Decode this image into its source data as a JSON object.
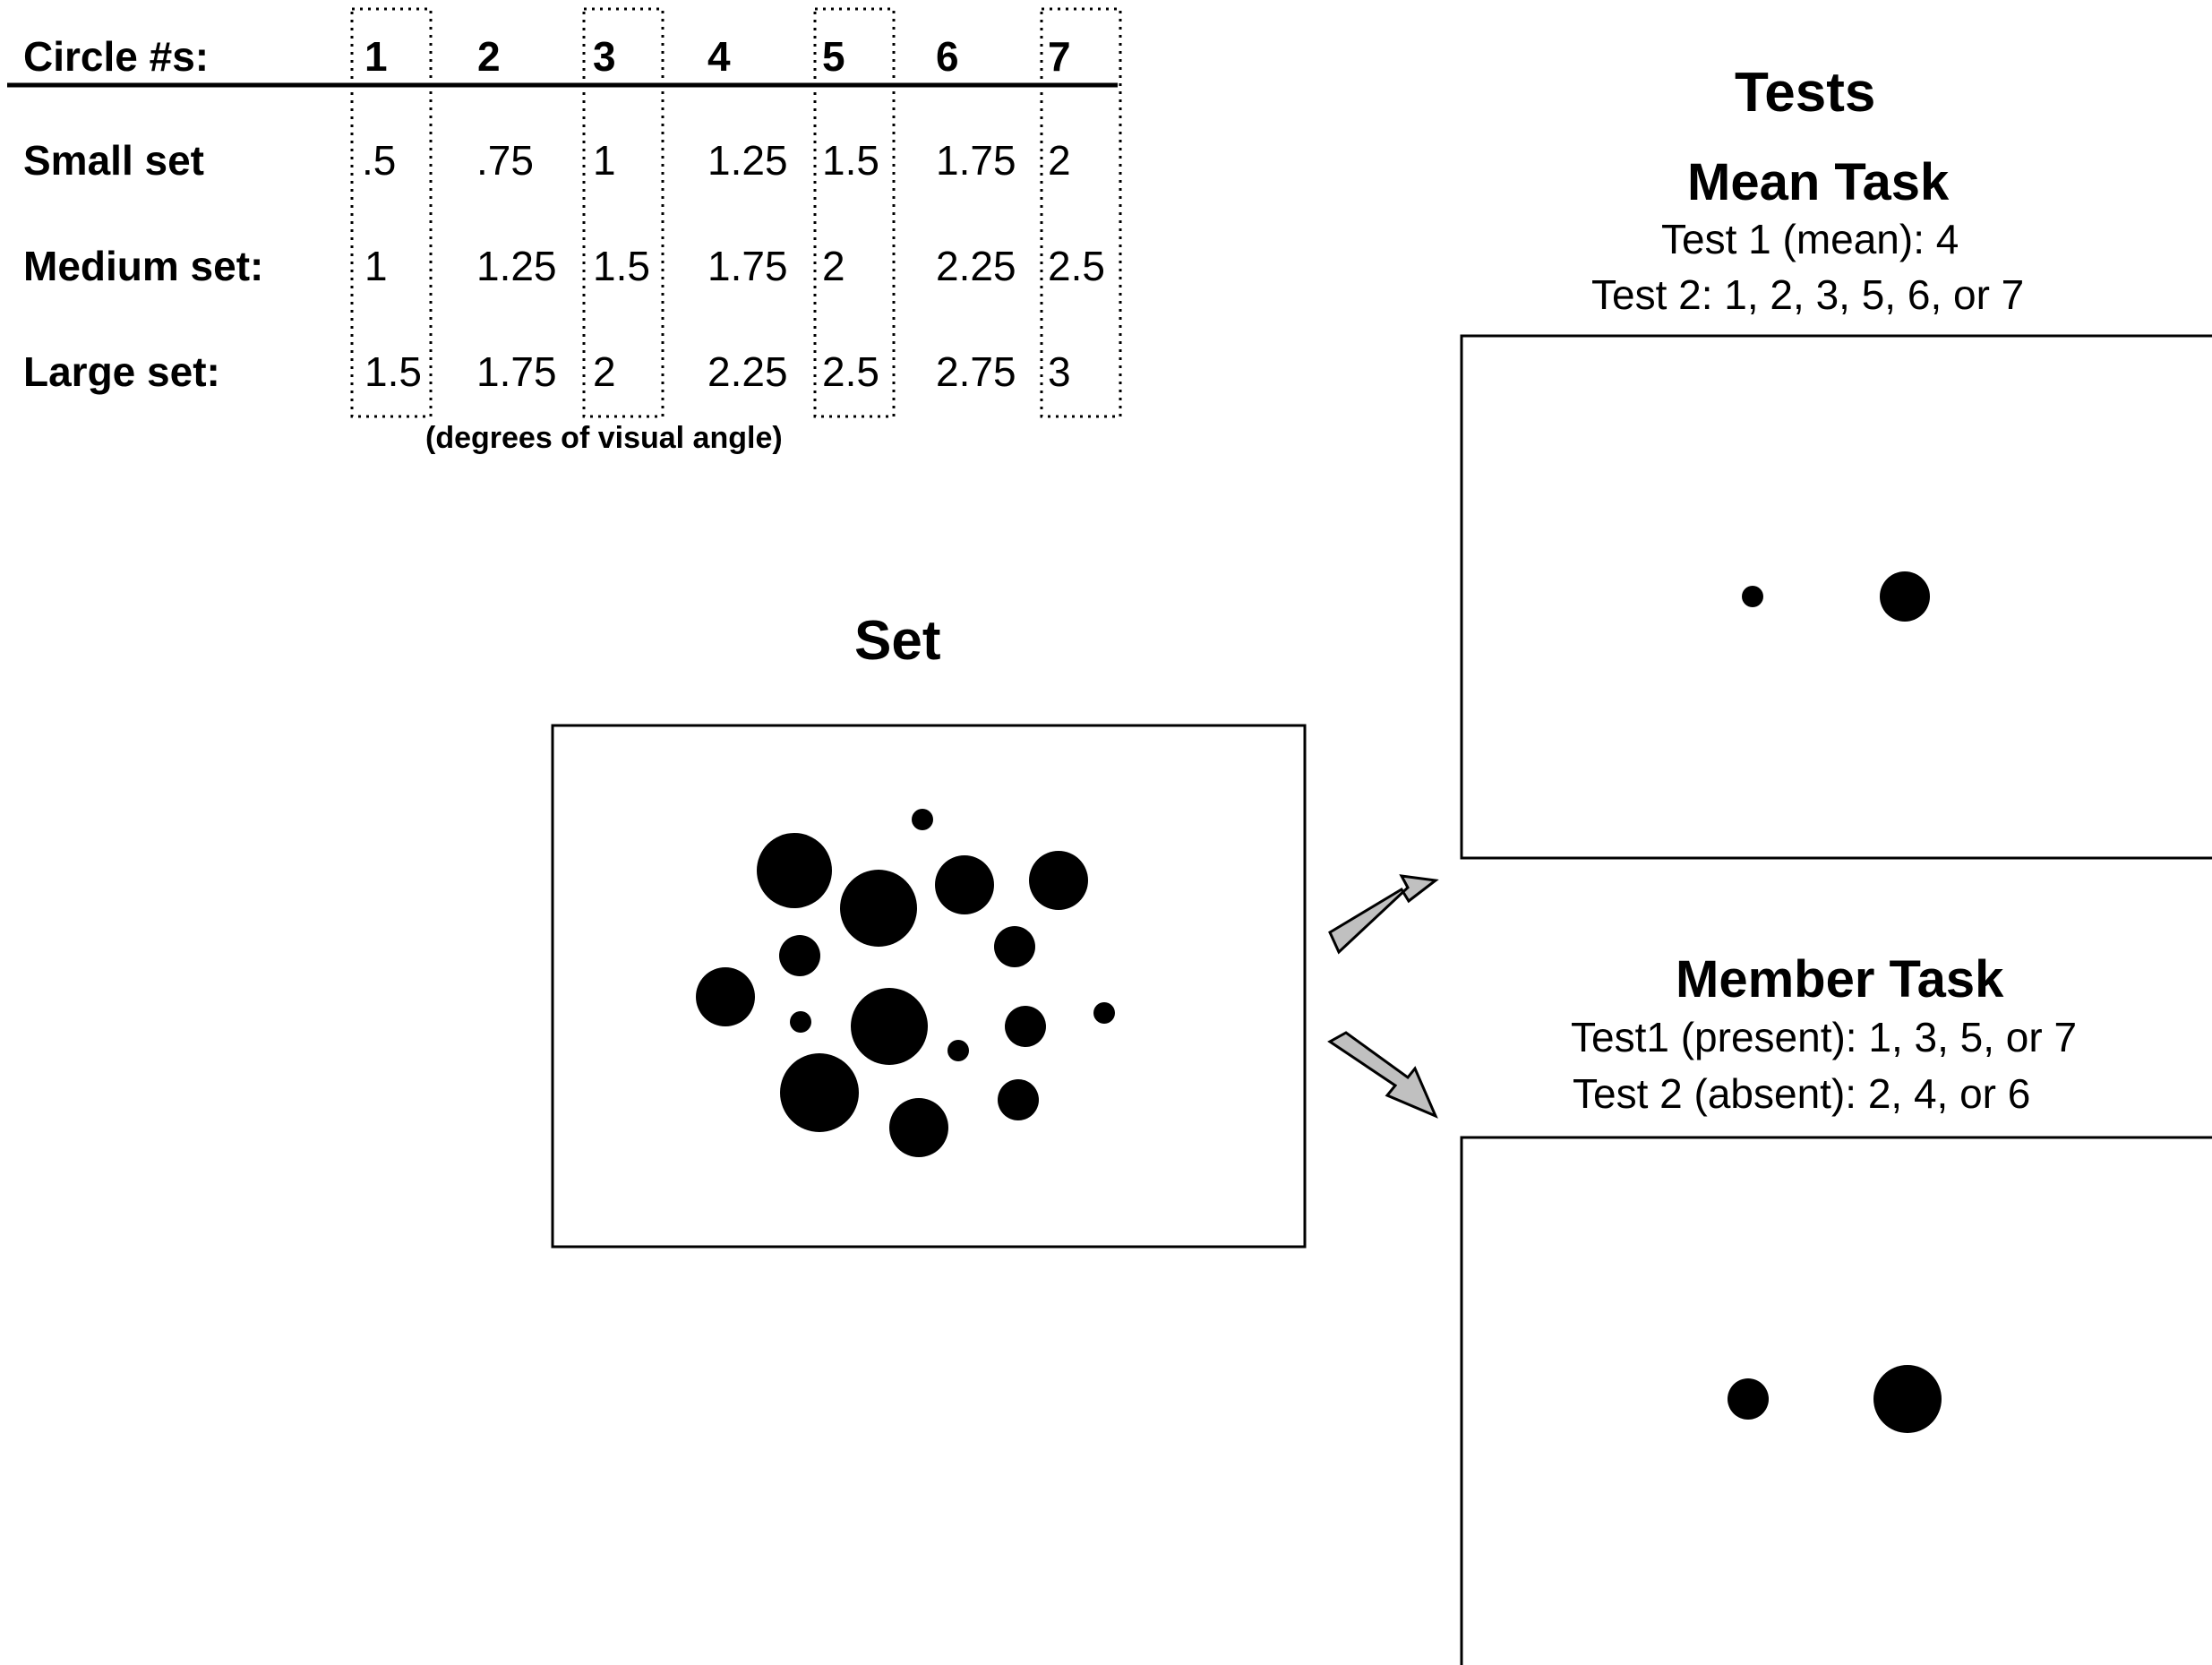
{
  "table": {
    "header_label": "Circle #s:",
    "circle_numbers": [
      "1",
      "2",
      "3",
      "4",
      "5",
      "6",
      "7"
    ],
    "rows": [
      {
        "label": "Small set",
        "values": [
          ".5",
          ".75",
          "1",
          "1.25",
          "1.5",
          "1.75",
          "2"
        ]
      },
      {
        "label": "Medium set:",
        "values": [
          "1",
          "1.25",
          "1.5",
          "1.75",
          "2",
          "2.25",
          "2.5"
        ]
      },
      {
        "label": "Large set:",
        "values": [
          "1.5",
          "1.75",
          "2",
          "2.25",
          "2.5",
          "2.75",
          "3"
        ]
      }
    ],
    "unit_note": "(degrees of visual angle)",
    "highlighted_columns": [
      "1",
      "3",
      "5",
      "7"
    ]
  },
  "set_panel": {
    "title": "Set"
  },
  "tests": {
    "title": "Tests",
    "mean_task": {
      "title": "Mean Task",
      "line1": "Test 1 (mean): 4",
      "line2": "Test 2: 1, 2, 3, 5, 6, or 7"
    },
    "member_task": {
      "title": "Member Task",
      "line1": "Test1 (present): 1, 3, 5, or 7",
      "line2": "Test 2 (absent): 2, 4, or 6"
    }
  },
  "colors": {
    "ink": "#000000",
    "arrow_fill": "#c0c0c0",
    "background": "#ffffff"
  }
}
